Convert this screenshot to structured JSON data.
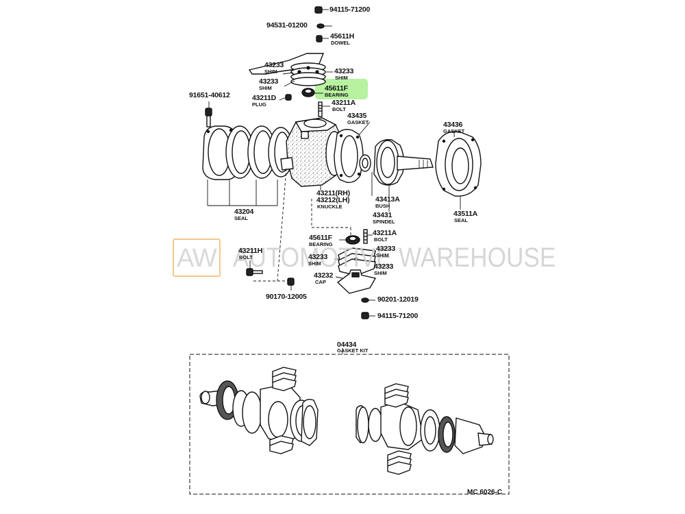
{
  "diagram": {
    "callouts": [
      {
        "id": "c01",
        "number": "94115-71200",
        "name": ""
      },
      {
        "id": "c02",
        "number": "94531-01200",
        "name": ""
      },
      {
        "id": "c03",
        "number": "45611H",
        "name": "DOWEL"
      },
      {
        "id": "c04",
        "number": "43233",
        "name": "SHIM"
      },
      {
        "id": "c05",
        "number": "43233",
        "name": "SHIM"
      },
      {
        "id": "c06",
        "number": "43233",
        "name": "SHIM"
      },
      {
        "id": "c07",
        "number": "45611F",
        "name": "BEARING"
      },
      {
        "id": "c08",
        "number": "91651-40612",
        "name": ""
      },
      {
        "id": "c09",
        "number": "43211D",
        "name": "PLUG"
      },
      {
        "id": "c10",
        "number": "43211A",
        "name": "BOLT"
      },
      {
        "id": "c11",
        "number": "43435",
        "name": "GASKET"
      },
      {
        "id": "c12",
        "number": "43436",
        "name": "GASKET"
      },
      {
        "id": "c13",
        "number": "43211(RH)",
        "name": ""
      },
      {
        "id": "c14",
        "number": "43212(LH)",
        "name": "KNUCKLE"
      },
      {
        "id": "c15",
        "number": "43413A",
        "name": "BUSH"
      },
      {
        "id": "c16",
        "number": "43204",
        "name": "SEAL"
      },
      {
        "id": "c17",
        "number": "43431",
        "name": "SPINDEL"
      },
      {
        "id": "c18",
        "number": "43511A",
        "name": "SEAL"
      },
      {
        "id": "c19",
        "number": "45611F",
        "name": "BEARING"
      },
      {
        "id": "c20",
        "number": "43211A",
        "name": "BOLT"
      },
      {
        "id": "c21",
        "number": "43211H",
        "name": "BOLT"
      },
      {
        "id": "c22",
        "number": "43233",
        "name": "SHIM"
      },
      {
        "id": "c23",
        "number": "43233",
        "name": "SHIM"
      },
      {
        "id": "c24",
        "number": "43233",
        "name": "SHIM"
      },
      {
        "id": "c25",
        "number": "43232",
        "name": "CAP"
      },
      {
        "id": "c26",
        "number": "90170-12005",
        "name": ""
      },
      {
        "id": "c27",
        "number": "90201-12019",
        "name": ""
      },
      {
        "id": "c28",
        "number": "94115-71200",
        "name": ""
      },
      {
        "id": "c29",
        "number": "04434",
        "name": "GASKET KIT"
      }
    ],
    "highlighted_part": "45611F",
    "highlight_color": "#b6f2a0",
    "diagram_code": "MC 6026-C"
  },
  "watermark": {
    "abbrev": "AW",
    "text": "AUTOMOTIVE WAREHOUSE",
    "frame_color": "#f0c98a"
  }
}
